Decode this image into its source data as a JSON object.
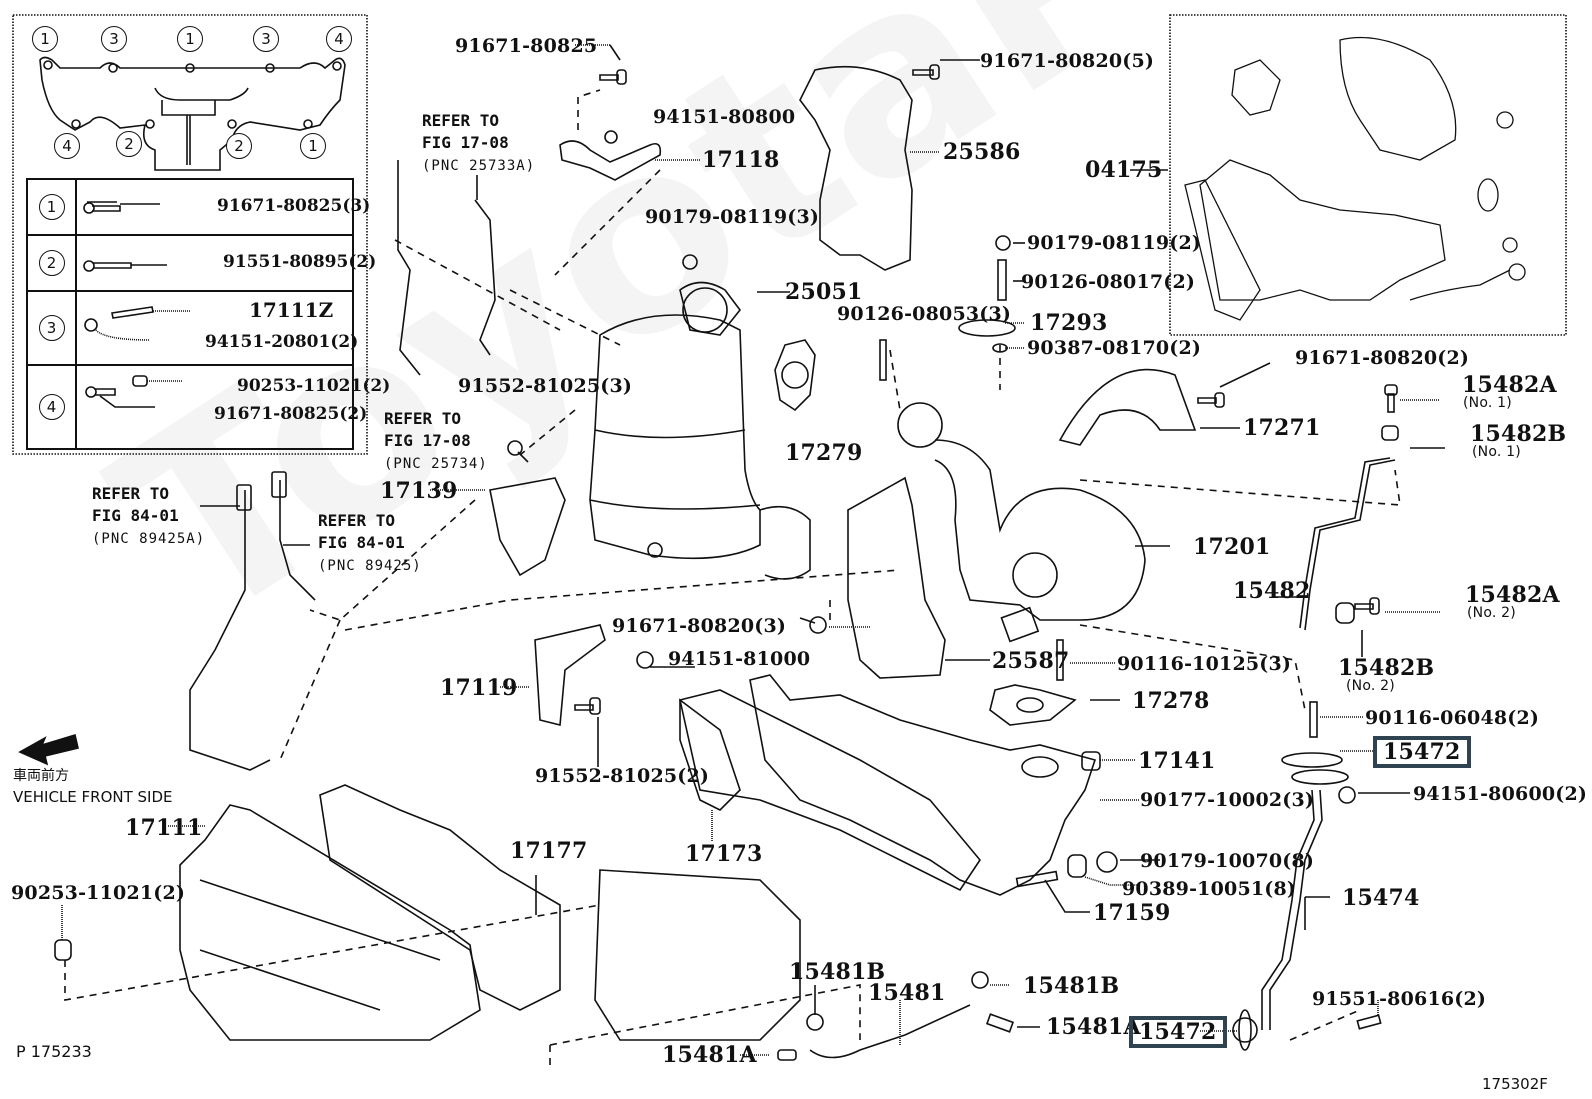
{
  "watermark": "ToyotaPartsDeal",
  "vehicle_front": {
    "jp": "車両前方",
    "en": "VEHICLE FRONT SIDE"
  },
  "figure_id": "P 175233",
  "illustration_id": "175302F",
  "highlight_color": "#2f4450",
  "inset_bolt_layout": {
    "top_markers": [
      "1",
      "3",
      "1",
      "3",
      "4"
    ],
    "bottom_markers": [
      "4",
      "2",
      "2",
      "1"
    ],
    "rows": [
      {
        "index": "1",
        "parts": [
          "91671-80825(3)"
        ]
      },
      {
        "index": "2",
        "parts": [
          "91551-80895(2)"
        ]
      },
      {
        "index": "3",
        "parts": [
          "17111Z",
          "94151-20801(2)"
        ]
      },
      {
        "index": "4",
        "parts": [
          "90253-11021(2)",
          "91671-80825(2)"
        ]
      }
    ]
  },
  "assembly_inset": {
    "label": "04175"
  },
  "references": [
    {
      "lines": [
        "REFER TO",
        "FIG 17-08"
      ],
      "pnc": "(PNC 25733A)"
    },
    {
      "lines": [
        "REFER TO",
        "FIG 17-08"
      ],
      "pnc": "(PNC 25734)"
    },
    {
      "lines": [
        "REFER TO",
        "FIG 84-01"
      ],
      "pnc": "(PNC 89425A)"
    },
    {
      "lines": [
        "REFER TO",
        "FIG 84-01"
      ],
      "pnc": "(PNC 89425)"
    }
  ],
  "labels": {
    "p91671_80825": "91671-80825",
    "p94151_80800": "94151-80800",
    "p17118": "17118",
    "p90179_08119_3": "90179-08119(3)",
    "p25051": "25051",
    "p91552_81025_3": "91552-81025(3)",
    "p17139": "17139",
    "p91671_80820_5": "91671-80820(5)",
    "p25586": "25586",
    "p90126_08053_3": "90126-08053(3)",
    "p17279": "17279",
    "p90179_08119_2": "90179-08119(2)",
    "p90126_08017_2": "90126-08017(2)",
    "p17293": "17293",
    "p90387_08170_2": "90387-08170(2)",
    "p91671_80820_2": "91671-80820(2)",
    "p17271": "17271",
    "p15482A_1": "15482A",
    "p15482A_1_sub": "(No. 1)",
    "p15482B_1": "15482B",
    "p15482B_1_sub": "(No. 1)",
    "p17201": "17201",
    "p15482": "15482",
    "p15482A_2": "15482A",
    "p15482A_2_sub": "(No. 2)",
    "p15482B_2": "15482B",
    "p15482B_2_sub": "(No. 2)",
    "p91671_80820_3": "91671-80820(3)",
    "p94151_81000": "94151-81000",
    "p17119": "17119",
    "p25587": "25587",
    "p90116_10125_3": "90116-10125(3)",
    "p17278": "17278",
    "p90116_06048_2": "90116-06048(2)",
    "p15472_a": "15472",
    "p91552_81025_2": "91552-81025(2)",
    "p17141": "17141",
    "p94151_80600_2": "94151-80600(2)",
    "p90177_10002_3": "90177-10002(3)",
    "p17173": "17173",
    "p17111": "17111",
    "p17177": "17177",
    "p90179_10070_8": "90179-10070(8)",
    "p90389_10051_8": "90389-10051(8)",
    "p15474": "15474",
    "p17159": "17159",
    "p90253_11021_2": "90253-11021(2)",
    "p15481B_a": "15481B",
    "p15481": "15481",
    "p15481B_b": "15481B",
    "p15481A_b": "15481A",
    "p15472_b": "15472",
    "p91551_80616_2": "91551-80616(2)",
    "p15481A_a": "15481A"
  }
}
